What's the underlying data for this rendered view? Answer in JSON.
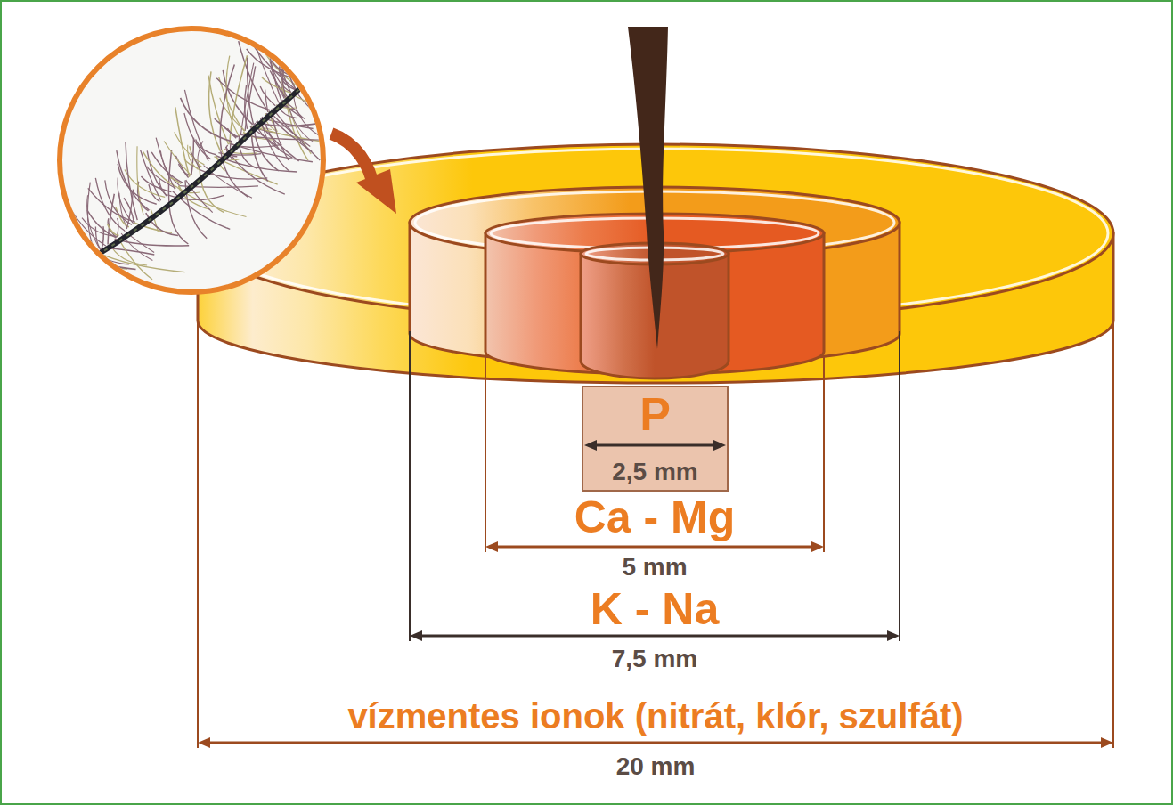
{
  "diagram": {
    "nodes": [
      {
        "text": [
          "P",
          "2,5 mm"
        ]
      }
    ],
    "labels": [
      "Ca - Mg",
      "5 mm",
      "K - Na",
      "7,5 mm",
      "vízmentes ionok (nitrát, klór, szulfát)",
      "20 mm"
    ]
  }
}
